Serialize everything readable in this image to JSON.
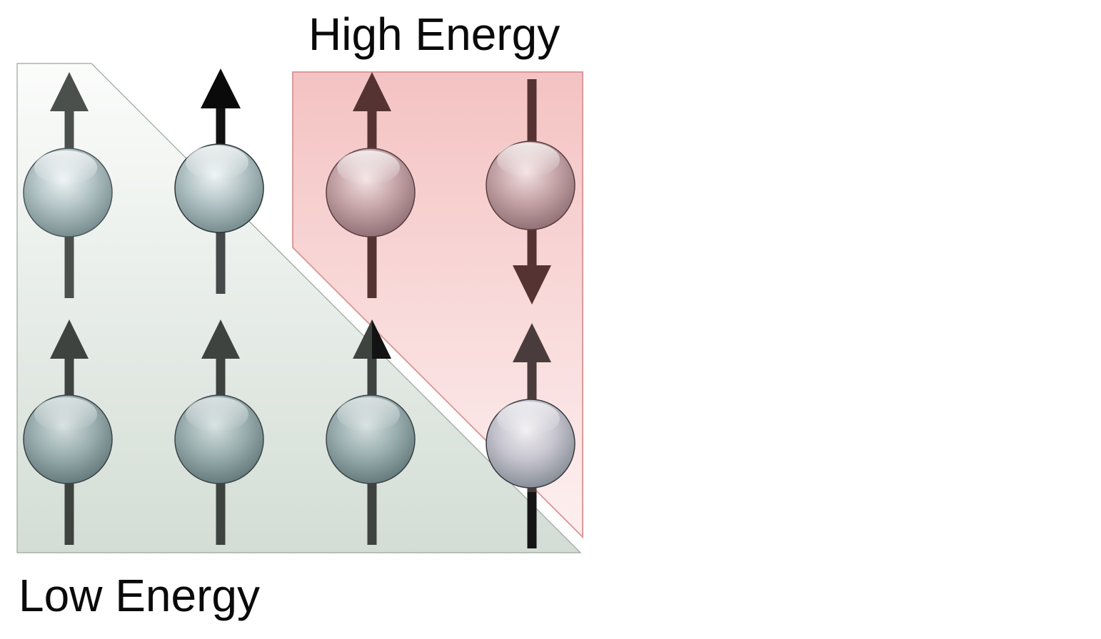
{
  "labels": {
    "high": "High Energy",
    "low": "Low Energy"
  },
  "colors": {
    "low_region_top": "#fbfcfb",
    "low_region_bottom": "#d3ddd5",
    "high_region_top": "#f3bcbc",
    "high_region_bottom": "#fdeeee",
    "high_region_edge": "#dd9a9a",
    "arrow_low": "#3e4340",
    "arrow_high": "#4a2a2a",
    "sphere_low": "#8ea3a6",
    "sphere_high": "#ac8e92"
  },
  "spins": {
    "top_row": [
      "up",
      "up",
      "up",
      "down"
    ],
    "bottom_row": [
      "up",
      "up",
      "up",
      "up"
    ]
  }
}
